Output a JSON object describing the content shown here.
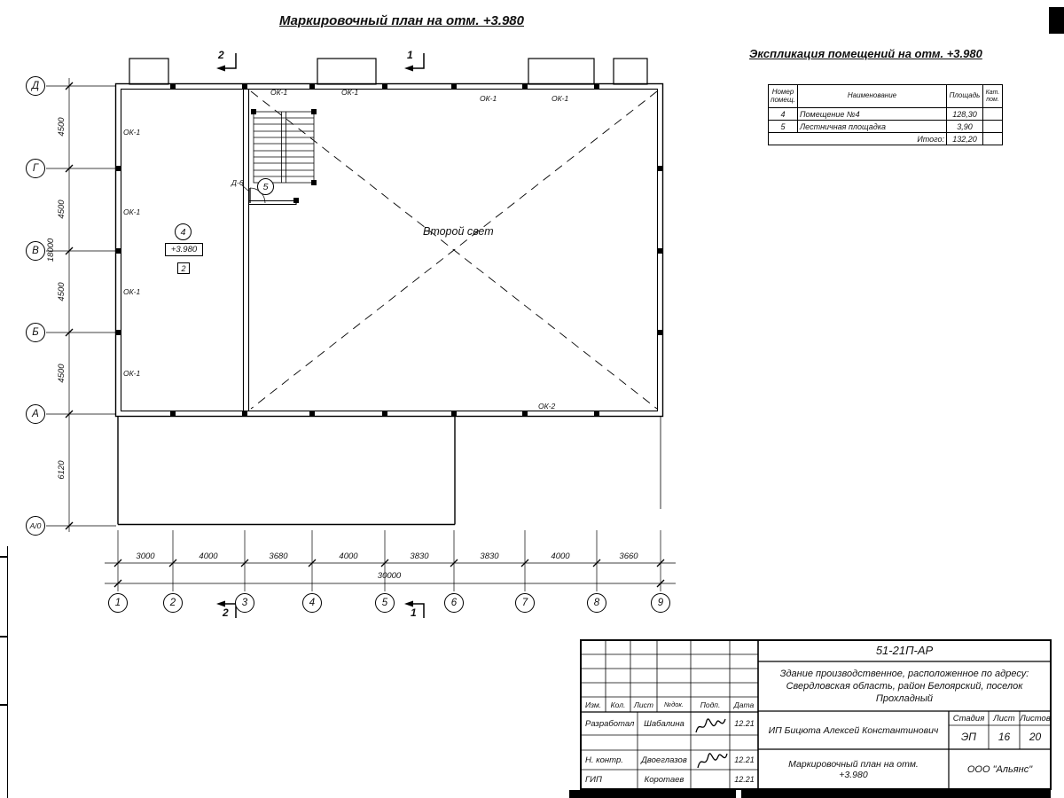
{
  "title": "Маркировочный план на отм. +3.980",
  "explication": {
    "title": "Экспликация помещений на отм. +3.980",
    "headers": {
      "num": "Номер\nпомещ.",
      "name": "Наименование",
      "area": "Площадь",
      "cat": "Кат.\nпом."
    },
    "rows": [
      {
        "num": "4",
        "name": "Помещение №4",
        "area": "128,30",
        "cat": ""
      },
      {
        "num": "5",
        "name": "Лестничная площадка",
        "area": "3,90",
        "cat": ""
      }
    ],
    "total_label": "Итого:",
    "total_value": "132,20"
  },
  "plan": {
    "row_markers": [
      "Д",
      "Г",
      "В",
      "Б",
      "А",
      "А/0"
    ],
    "col_markers": [
      "1",
      "2",
      "3",
      "4",
      "5",
      "6",
      "7",
      "8",
      "9"
    ],
    "v_dims": [
      "4500",
      "4500",
      "4500",
      "4500"
    ],
    "v_total": "18000",
    "v_below": "6120",
    "h_dims": [
      "3000",
      "4000",
      "3680",
      "4000",
      "3830",
      "3830",
      "4000",
      "3660"
    ],
    "h_total": "30000",
    "labels": {
      "ok1": "ОК-1",
      "ok2": "ОК-2",
      "second_light": "Второй свет",
      "room4_num": "4",
      "room4_elev": "+3.980",
      "room4_zone": "2",
      "room5_num": "5",
      "door": "Д-6"
    },
    "section_marks": {
      "s1": "1",
      "s2": "2"
    }
  },
  "titleblock": {
    "doc_number": "51-21П-АР",
    "object_desc": "Здание производственное, расположенное по адресу: Свердловская область, район Белоярский, поселок Прохладный",
    "customer": "ИП Бицюта Алексей Константинович",
    "sheet_title": "Маркировочный план на отм. +3.980",
    "company": "ООО \"Альянс\"",
    "stage_label": "Стадия",
    "sheet_label": "Лист",
    "sheets_label": "Листов",
    "stage": "ЭП",
    "sheet": "16",
    "sheets": "20",
    "rev_headers": [
      "Изм.",
      "Кол.",
      "Лист",
      "№док.",
      "Подп.",
      "Дата"
    ],
    "roles": [
      {
        "role": "Разработал",
        "name": "Шабалина",
        "date": "12.21"
      },
      {
        "role": "Н. контр.",
        "name": "Двоеглазов",
        "date": "12.21"
      },
      {
        "role": "ГИП",
        "name": "Коротаев",
        "date": "12.21"
      }
    ]
  }
}
